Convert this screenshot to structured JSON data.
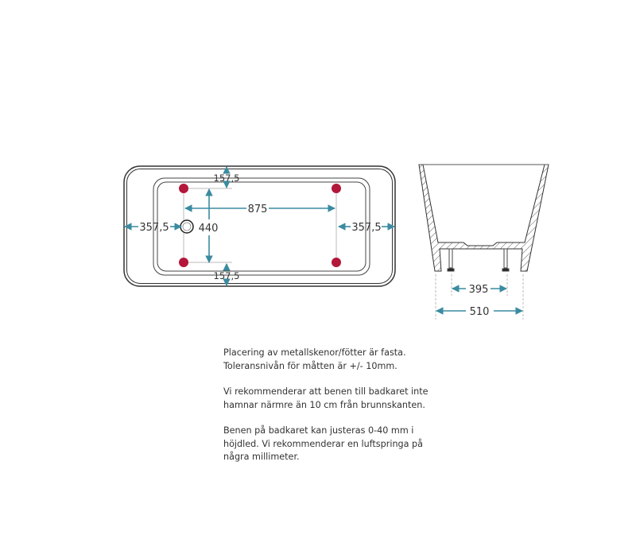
{
  "colors": {
    "dimension": "#3a8ba0",
    "foot": "#b3173a",
    "outline": "#333333",
    "guide": "#bbbbbb"
  },
  "top_view": {
    "dim_top": "157,5",
    "dim_bottom": "157,5",
    "dim_left": "357,5",
    "dim_right": "357,5",
    "dim_length": "875",
    "dim_width": "440"
  },
  "side_view": {
    "dim_feet": "395",
    "dim_base": "510"
  },
  "notes": [
    {
      "line1": "Placering av metallskenor/fötter är fasta.",
      "line2": "Toleransnivån för måtten är +/- 10mm."
    },
    {
      "line1": "Vi rekommenderar att benen till badkaret inte",
      "line2": "hamnar närmre än 10 cm från brunnskanten."
    },
    {
      "line1": "Benen på badkaret kan justeras 0-40 mm i",
      "line2": "höjdled. Vi rekommenderar en luftspringa på",
      "line3": "några millimeter."
    }
  ]
}
